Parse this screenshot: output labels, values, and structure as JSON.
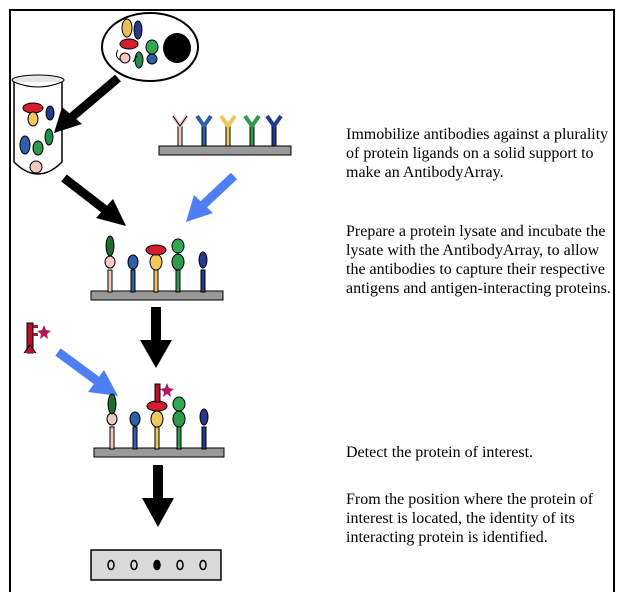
{
  "steps": [
    {
      "text": "Immobilize antibodies against a plurality of protein ligands on a solid support to make an AntibodyArray."
    },
    {
      "text": "Prepare a protein lysate and incubate the lysate with the AntibodyArray, to allow the antibodies to capture their respective antigens and antigen-interacting proteins."
    },
    {
      "text": "Detect the protein of interest."
    },
    {
      "text": "From the position where the protein of interest is located, the identity of its interacting protein is identified."
    }
  ],
  "colors": {
    "black_arrow": "#000000",
    "blue_arrow": "#4d7ff2",
    "antibody_colors": [
      "#f1c8c2",
      "#2f5fa8",
      "#f2c75a",
      "#2e9a4a",
      "#233a8f"
    ],
    "support": "#999999",
    "detector": "#b3122b",
    "readout_bg": "#d9d9d9"
  },
  "icons": [
    "cell-icon",
    "tube-icon",
    "antibody-array-icon",
    "captured-array-icon",
    "detection-antibody-icon",
    "readout-slide-icon"
  ]
}
